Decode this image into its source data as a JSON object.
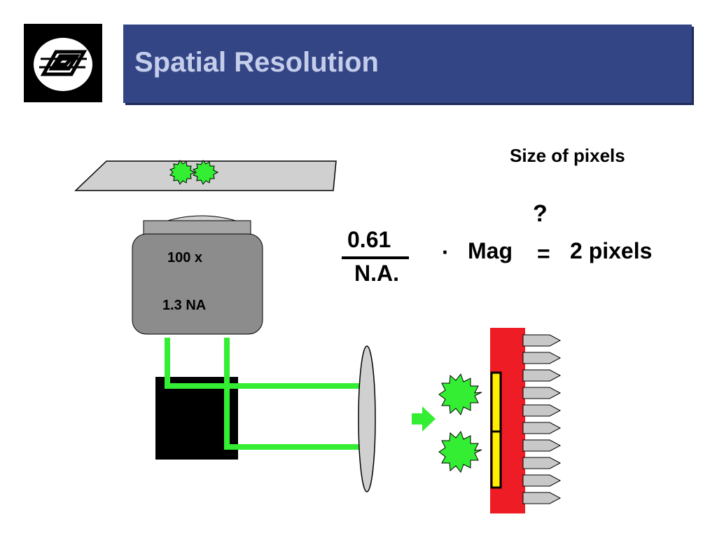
{
  "slide": {
    "title": "Spatial Resolution"
  },
  "objective": {
    "magnification": "100 x",
    "numerical_aperture": "1.3 NA"
  },
  "formula": {
    "pixel_size_label": "Size of pixels",
    "unknown_mark": "?",
    "numerator": "0.61",
    "denominator": "N.A.",
    "operator": "·",
    "mag_term": "Mag",
    "equals": "=",
    "result": "2 pixels"
  },
  "colors": {
    "title_bar": "#344585",
    "title_text": "#c4cdea",
    "light_path": "#33ee33",
    "fluorophore": "#33ee33",
    "objective_body": "#8c8c8c",
    "detector_body": "#ee1c24",
    "pixel_highlight": "#ffee00",
    "pin": "#c8c8c8"
  },
  "icons": {
    "logo": "nested-squares-logo-icon",
    "arrow": "right-arrow-icon"
  }
}
